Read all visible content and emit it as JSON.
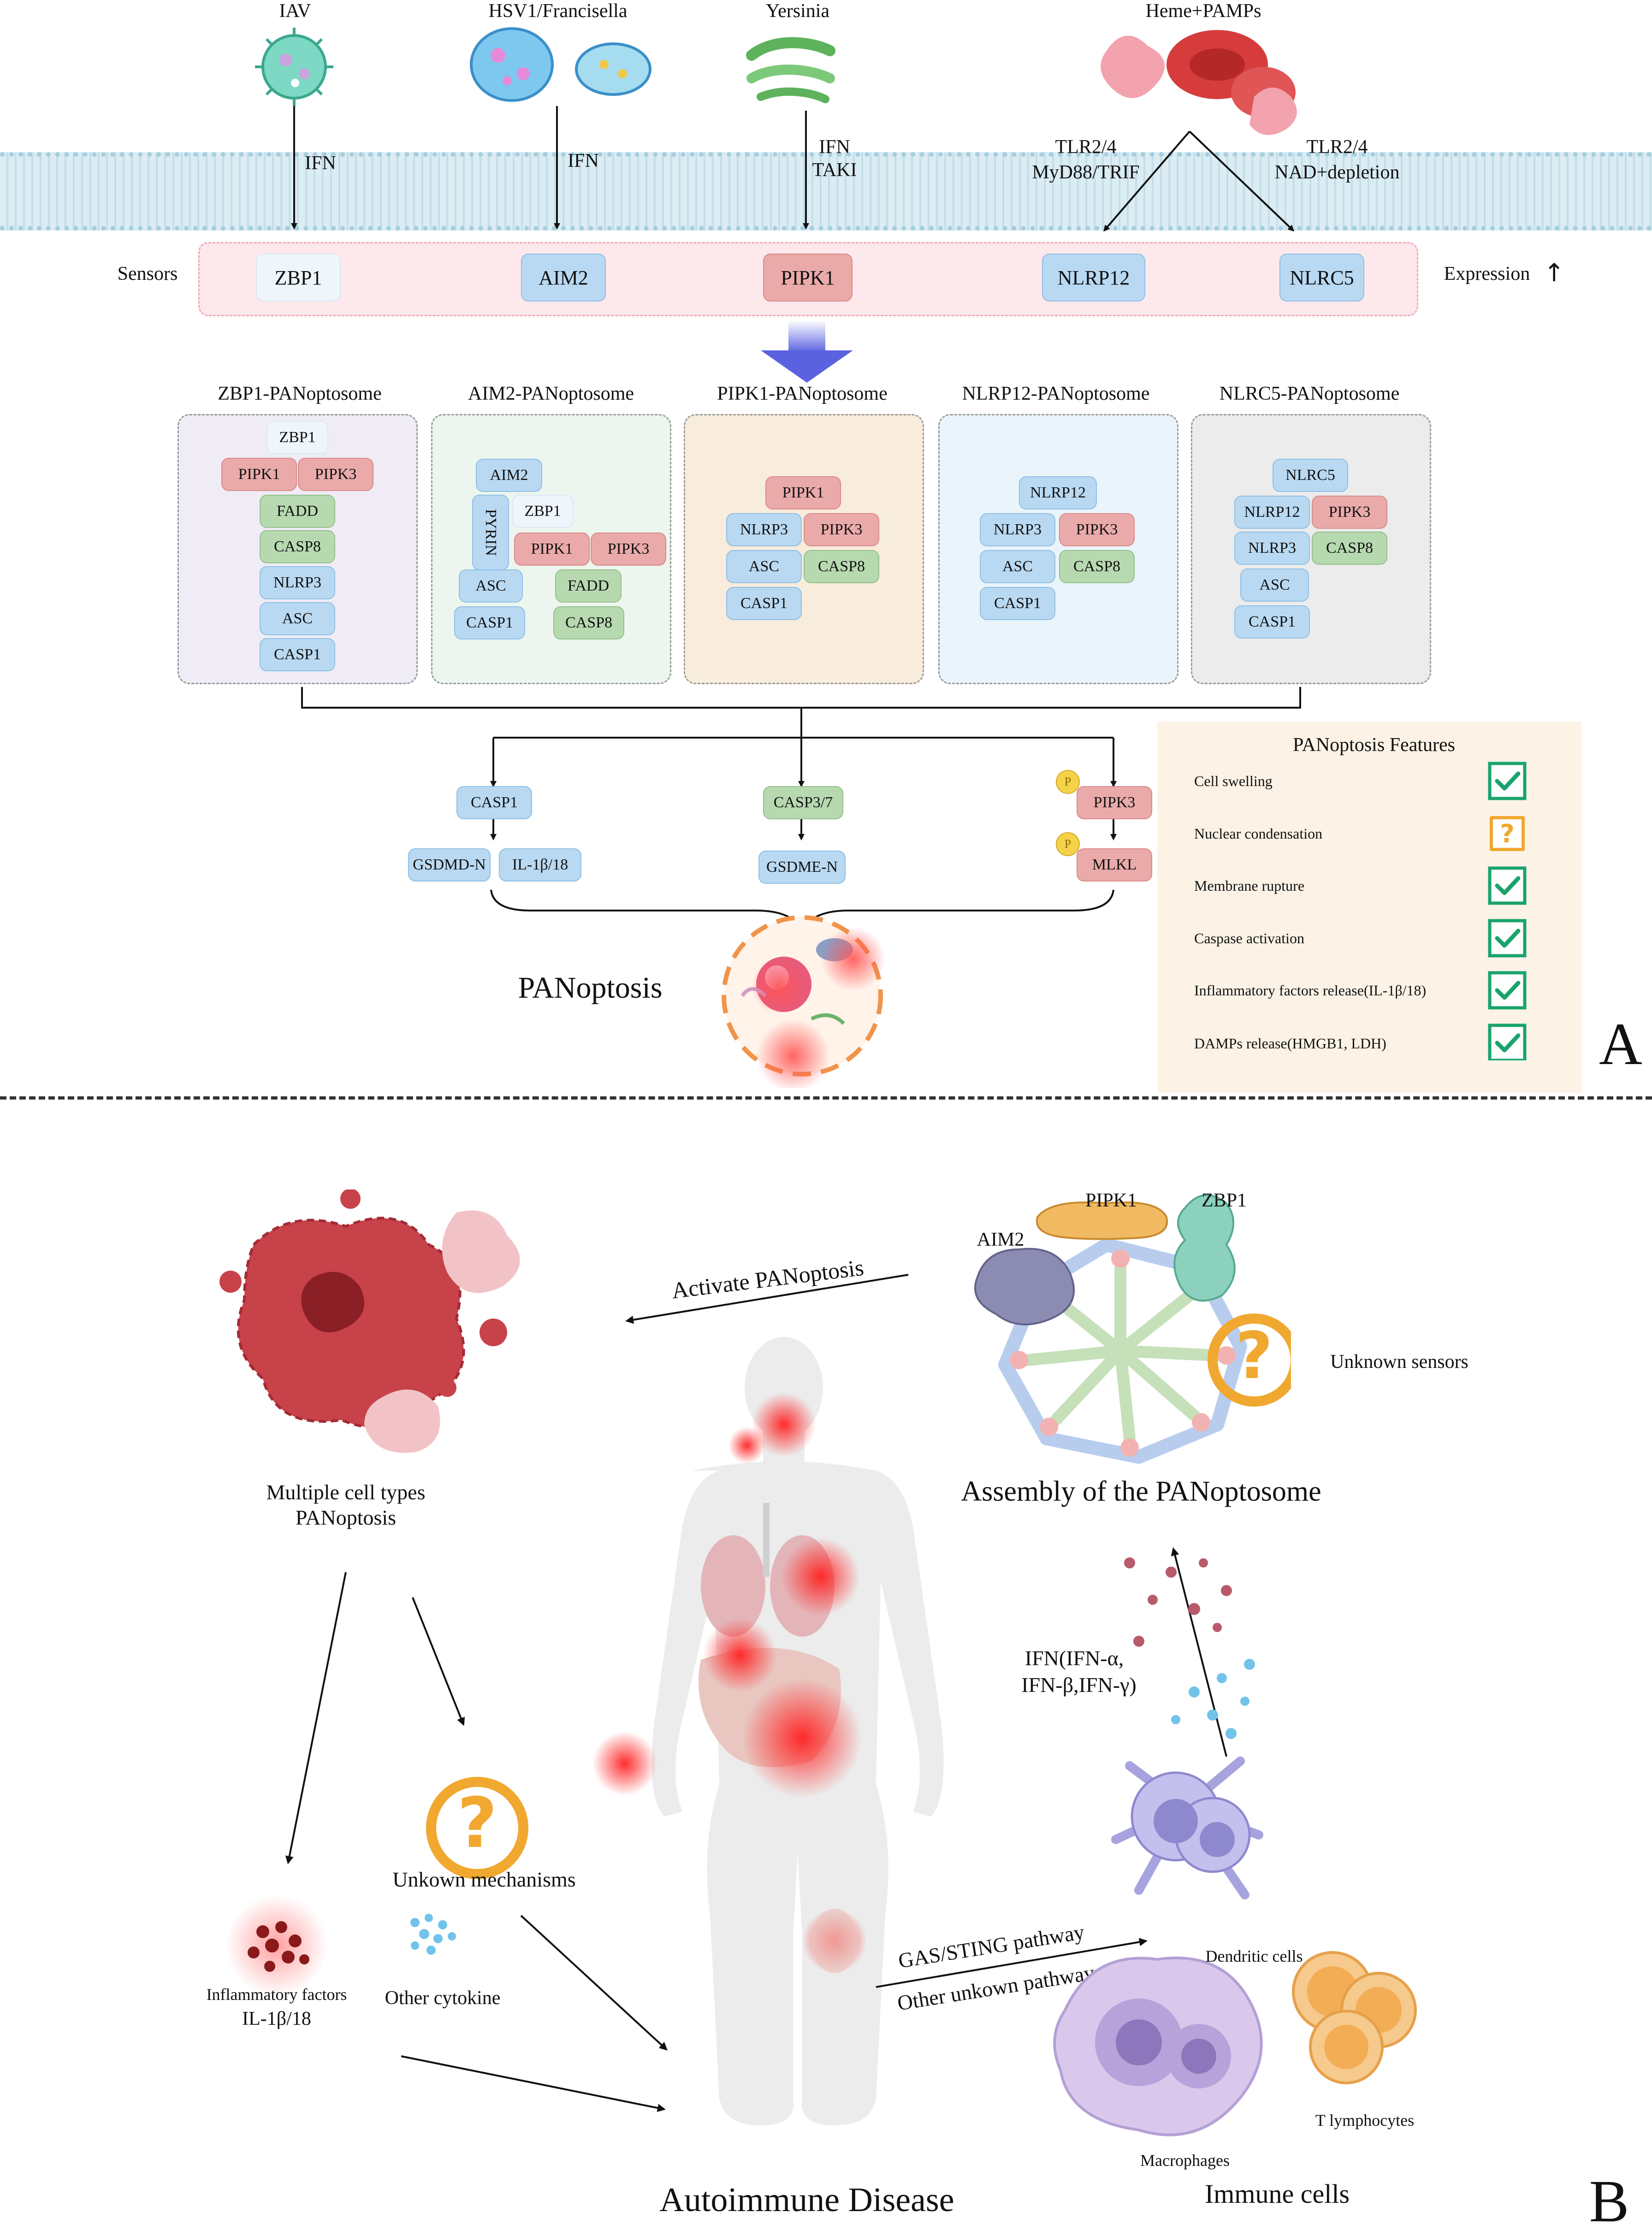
{
  "pathogens": {
    "iav": "IAV",
    "hsv": "HSV1/Francisella",
    "yersinia": "Yersinia",
    "heme": "Heme+PAMPs"
  },
  "arrow_labels": {
    "ifn1": "IFN",
    "ifn2": "IFN",
    "ifn3": "IFN",
    "taki": "TAKI",
    "tlr_a": "TLR2/4",
    "myd88": "MyD88/TRIF",
    "tlr_b": "TLR2/4",
    "nad": "NAD+depletion"
  },
  "sensors": {
    "title": "Sensors",
    "expression": "Expression",
    "items": [
      "ZBP1",
      "AIM2",
      "PIPK1",
      "NLRP12",
      "NLRC5"
    ]
  },
  "panoptosomes": {
    "titles": [
      "ZBP1-PANoptosome",
      "AIM2-PANoptosome",
      "PIPK1-PANoptosome",
      "NLRP12-PANoptosome",
      "NLRC5-PANoptosome"
    ],
    "zbp1": [
      "ZBP1",
      "PIPK1",
      "PIPK3",
      "FADD",
      "CASP8",
      "NLRP3",
      "ASC",
      "CASP1"
    ],
    "aim2": [
      "AIM2",
      "PYRIN",
      "ZBP1",
      "PIPK1",
      "PIPK3",
      "ASC",
      "FADD",
      "CASP1",
      "CASP8"
    ],
    "pipk1": [
      "PIPK1",
      "NLRP3",
      "PIPK3",
      "ASC",
      "CASP8",
      "CASP1"
    ],
    "nlrp12": [
      "NLRP12",
      "NLRP3",
      "PIPK3",
      "ASC",
      "CASP8",
      "CASP1"
    ],
    "nlrc5": [
      "NLRC5",
      "NLRP12",
      "PIPK3",
      "NLRP3",
      "CASP8",
      "ASC",
      "CASP1"
    ]
  },
  "execution": {
    "casp1": "CASP1",
    "gsdmd": "GSDMD-N",
    "il1b": "IL-1β/18",
    "casp37": "CASP3/7",
    "gsdme": "GSDME-N",
    "pipk3": "PIPK3",
    "mlkl": "MLKL",
    "p": "P"
  },
  "panoptosis_label": "PANoptosis",
  "features": {
    "title": "PANoptosis Features",
    "items": [
      {
        "label": "Cell swelling",
        "status": "check"
      },
      {
        "label": "Nuclear condensation",
        "status": "?"
      },
      {
        "label": "Membrane rupture",
        "status": "check"
      },
      {
        "label": "Caspase activation",
        "status": "check"
      },
      {
        "label": "Inflammatory factors release(IL-1β/18)",
        "status": "check"
      },
      {
        "label": "DAMPs release(HMGB1, LDH)",
        "status": "check"
      }
    ]
  },
  "panel_letters": {
    "a": "A",
    "b": "B"
  },
  "partB": {
    "activate": "Activate PANoptosis",
    "multiple_cell_1": "Multiple cell types",
    "multiple_cell_2": "PANoptosis",
    "assembly": "Assembly of the PANoptosome",
    "pipk1": "PIPK1",
    "zbp1": "ZBP1",
    "aim2": "AIM2",
    "unknown_sensors": "Unknown sensors",
    "unknown_mech": "Unkown mechanisms",
    "other_cytokine": "Other cytokine",
    "inflam_1": "Inflammatory factors",
    "inflam_2": "IL-1β/18",
    "ifn_1": "IFN(IFN-α,",
    "ifn_2": "IFN-β,IFN-γ)",
    "gas": "GAS/STING pathway",
    "other_path": "Other unkown pathway",
    "dendritic": "Dendritic cells",
    "macrophages": "Macrophages",
    "t_lymph": "T lymphocytes",
    "immune": "Immune cells",
    "autoimmune": "Autoimmune Disease",
    "qmark": "?"
  }
}
